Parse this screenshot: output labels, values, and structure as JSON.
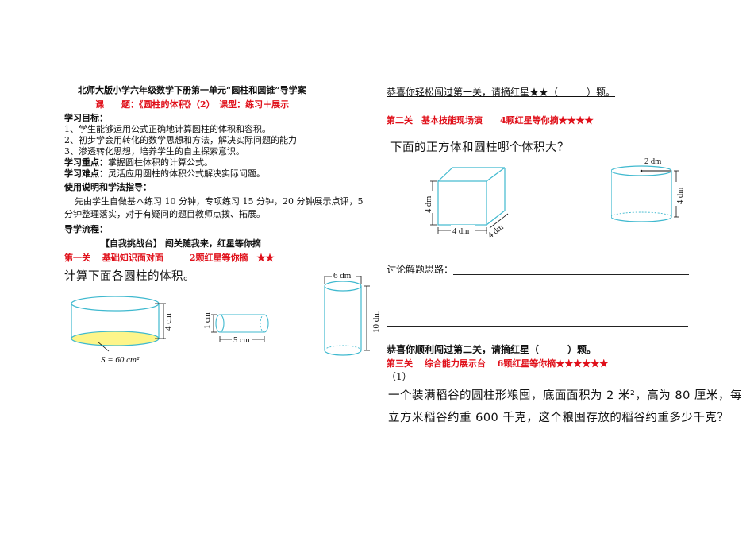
{
  "left": {
    "title": "北师大版小学六年级数学下册第一单元“圆柱和圆锥”导学案",
    "course_line": "课　　题：《圆柱的体积》（2）　课型：练习＋展示",
    "goals_heading": "学习目标：",
    "goals": [
      "1、学生能够运用公式正确地计算圆柱的体积和容积。",
      "2、初步学会用转化的数学思想和方法，解决实际问题的能力",
      "3、渗透转化思想，培养学生的自主探索意识。"
    ],
    "key_point_label": "学习重点：",
    "key_point": "掌握圆柱体积的计算公式。",
    "difficulty_label": "学习难点：",
    "difficulty": "灵活应用圆柱的体积公式解决实际问题。",
    "instructions_heading": "使用说明和学法指导：",
    "instructions_1": "先由学生自做基本练习 10 分钟，专项练习 15 分钟，20 分钟展示点评，5",
    "instructions_2": "分钟整理落实，对于有疑问的题目教师点拨、拓展。",
    "process_heading": "导学流程：",
    "challenge_title": "【自我挑战台】 闯关随我来，红星等你摘",
    "level1_heading": "第一关　 基础知识面对面　　　2颗红星等你摘　★★",
    "level1_prompt": "计算下面各圆柱的体积。",
    "fig1_height": "4 cm",
    "fig1_area": "S = 60 cm²",
    "fig2_diameter": "1 cm",
    "fig2_length": "5 cm",
    "fig3_diameter": "6 dm",
    "fig3_height": "10 dm"
  },
  "right": {
    "congrats1": "恭喜你轻松闯过第一关，请摘红星★★（　　　）颗。",
    "level2_heading": "第二关　基本技能现场演　　4颗红星等你摘★★★★",
    "level2_prompt": "下面的正方体和圆柱哪个体积大？",
    "cube_height": "4 dm",
    "cube_width": "4 dm",
    "cube_depth": "4 dm",
    "cyl_radius": "2 dm",
    "cyl_height": "4 dm",
    "discussion_label": "讨论解题思路：",
    "congrats2": "恭喜你顺利闯过第二关，请摘红星（　　　）颗。",
    "level3_heading": "第三关　 综合能力展示台　 6颗红星等你摘★★★★★★",
    "level3_num": "（1）",
    "level3_text_1": "一个装满稻谷的圆柱形粮囤，底面面积为 2 米²，高为 80 厘米，每",
    "level3_text_2": "立方米稻谷约重 600 千克，这个粮囤存放的稻谷约重多少千克？"
  },
  "colors": {
    "accent_red": "#e0101a",
    "figure_cyan": "#3fb9cf",
    "base_yellow": "#fdf58a"
  }
}
